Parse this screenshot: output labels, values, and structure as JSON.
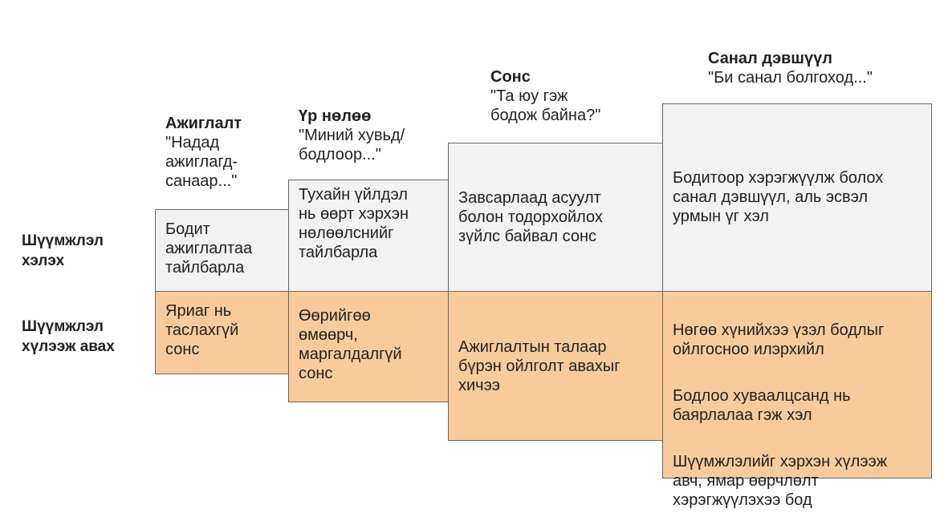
{
  "rows": {
    "give_label": "Шүүмжлэл\nхэлэх",
    "receive_label": "Шүүмжлэл\nхүлээж авах"
  },
  "columns": [
    {
      "title": "Ажиглалт",
      "quote": "\"Надад\nажиглагд-\nсанаар...\"",
      "give": "Бодит\nажиглалтаа\nтайлбарла",
      "receive": "Яриаг нь\nтаслахгүй\nсонс"
    },
    {
      "title": "Үр нөлөө",
      "quote": "\"Миний хувьд/\nбодлоор...\"",
      "give": "Тухайн үйлдэл\nнь өөрт хэрхэн\nнөлөөлснийг\nтайлбарла",
      "receive": "Өөрийгөө\nөмөөрч,\nмаргалдалгүй\nсонс"
    },
    {
      "title": "Сонс",
      "quote": "\"Та юу гэж\nбодож байна?\"",
      "give": "Завсарлаад асуулт\nболон тодорхойлох\nзүйлс байвал сонс",
      "receive": "Ажиглалтын талаар\nбүрэн ойлголт авахыг\nхичээ"
    },
    {
      "title": "Санал дэвшүүл",
      "quote": "\"Би санал болгоход...\"",
      "give": "Бодитоор хэрэгжүүлж болох\nсанал дэвшүүл, аль эсвэл\nурмын үг хэл",
      "receive_items": [
        "Нөгөө хүнийхээ үзэл бодлыг\nойлгосноо илэрхийл",
        "Бодлоо хуваалцсанд нь\nбаярлалаа гэж хэл",
        "Шүүмжлэлийг хэрхэн хүлээж\nавч, ямар өөрчлөлт\nхэрэгжүүлэхээ бод"
      ]
    }
  ],
  "colors": {
    "give_fill": "#f2f2f2",
    "receive_fill": "#f9cb9c",
    "border": "#666666"
  }
}
